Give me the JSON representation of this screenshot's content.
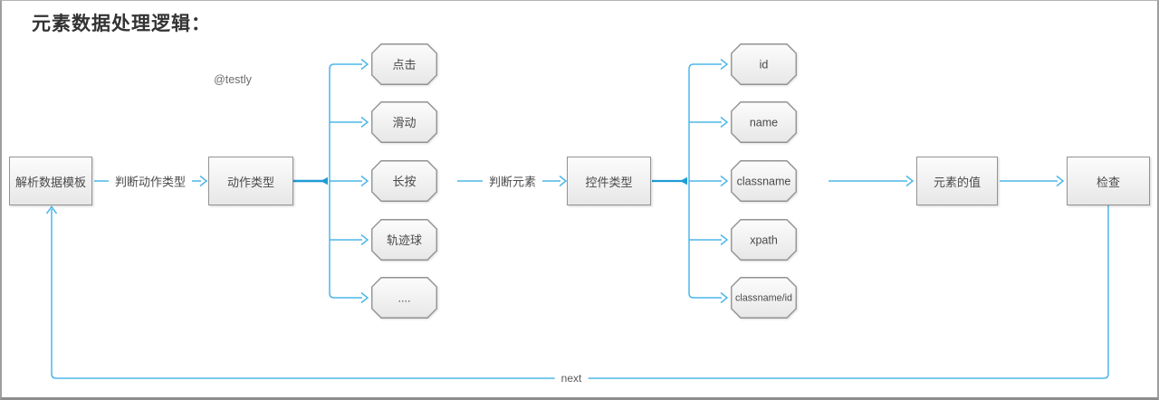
{
  "title": "元素数据处理逻辑：",
  "watermark": "@testly",
  "flow": {
    "nodes": {
      "parse": "解析数据模板",
      "action_type": "动作类型",
      "control_type": "控件类型",
      "element_value": "元素的值",
      "check": "检查"
    },
    "edge_labels": {
      "judge_action": "判断动作类型",
      "judge_element": "判断元素",
      "next": "next"
    },
    "action_branches": [
      "点击",
      "滑动",
      "长按",
      "轨迹球",
      "...."
    ],
    "control_branches": [
      "id",
      "name",
      "classname",
      "xpath",
      "classname/id"
    ]
  },
  "colors": {
    "connector": "#4db7e8",
    "connector_overlap": "#1e9cd6",
    "node_border": "#939393",
    "node_fill_top": "#fcfcfc",
    "node_fill_bottom": "#e7e7e7",
    "text": "#4a4a4a"
  }
}
